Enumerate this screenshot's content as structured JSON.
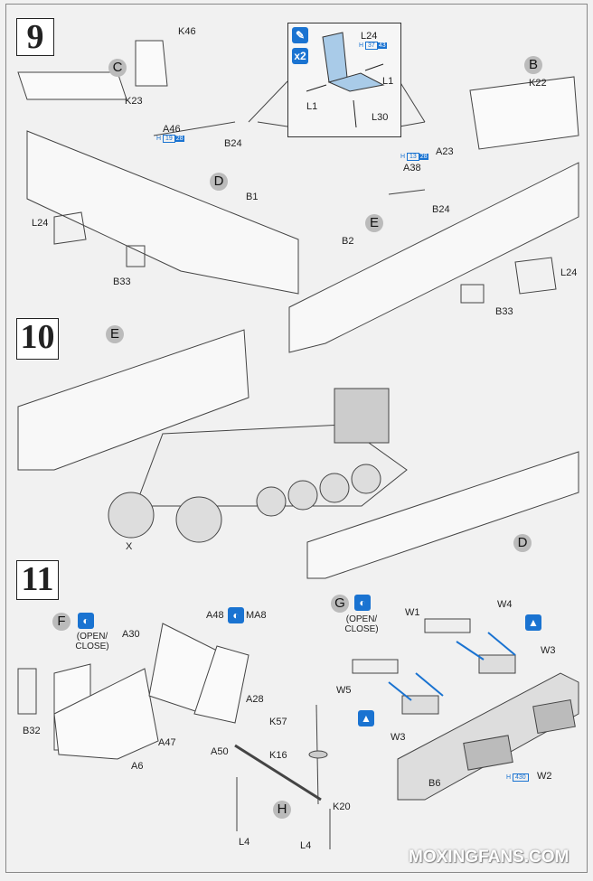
{
  "steps": [
    {
      "number": "9",
      "subassemblies": [
        "C",
        "D",
        "B",
        "E"
      ],
      "labels": {
        "k46": "K46",
        "k23": "K23",
        "a46": "A46",
        "b24_left": "B24",
        "b1": "B1",
        "l24_left": "L24",
        "b33_left": "B33",
        "k22": "K22",
        "a23": "A23",
        "a38": "A38",
        "b24_right": "B24",
        "b2": "B2",
        "l24_right": "L24",
        "b33_right": "B33"
      },
      "color_callouts": {
        "a46": {
          "prefix": "H",
          "codes": [
            "19",
            "28"
          ]
        },
        "a38": {
          "prefix": "H",
          "codes": [
            "13",
            "28"
          ]
        }
      },
      "inset": {
        "quantity": "x2",
        "l24": "L24",
        "l1_right": "L1",
        "l1_left": "L1",
        "l30": "L30",
        "color": {
          "prefix": "H",
          "codes": [
            "37",
            "43"
          ]
        }
      }
    },
    {
      "number": "10",
      "subassemblies": [
        "E",
        "D"
      ],
      "labels": {
        "x": "X"
      }
    },
    {
      "number": "11",
      "subassemblies": [
        "F",
        "G",
        "H"
      ],
      "open_close_note": "(OPEN/ CLOSE)",
      "labels": {
        "a30": "A30",
        "a48": "A48",
        "ma8": "MA8",
        "a28": "A28",
        "b32": "B32",
        "a47": "A47",
        "a50": "A50",
        "a6": "A6",
        "k57": "K57",
        "k16": "K16",
        "k20": "K20",
        "l4_left": "L4",
        "l4_right": "L4",
        "w1": "W1",
        "w4": "W4",
        "w3_right": "W3",
        "w5": "W5",
        "w3_left": "W3",
        "b6": "B6",
        "w2": "W2"
      },
      "color_callouts": {
        "w2": {
          "prefix": "H",
          "codes": [
            "430"
          ]
        }
      }
    }
  ],
  "watermark": "MOXINGFANS.COM",
  "colors": {
    "accent": "#1a73d1",
    "paper": "#f1f1f1",
    "highlight": "#a9cbe8"
  }
}
